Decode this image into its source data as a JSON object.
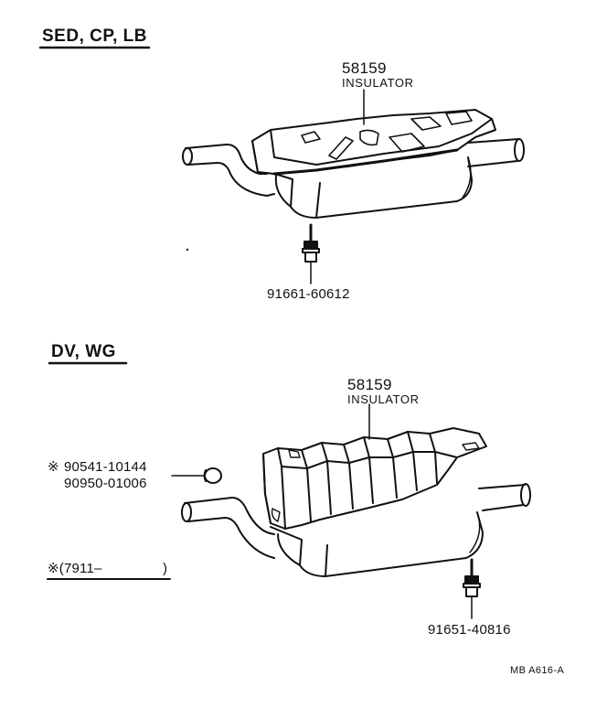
{
  "sections": {
    "top_title": "SED, CP, LB",
    "bottom_title": "DV, WG"
  },
  "top": {
    "insulator_part_no": "58159",
    "insulator_name": "INSULATOR",
    "bolt_part_no": "91661-60612"
  },
  "bottom": {
    "insulator_part_no": "58159",
    "insulator_name": "INSULATOR",
    "grommet_part_no_1": "90541-10144",
    "grommet_part_no_2": "90950-01006",
    "grommet_mark": "※",
    "footnote": "※(7911–",
    "footnote_close": ")",
    "bolt_part_no": "91651-40816"
  },
  "figure_code": "MB A616-A"
}
